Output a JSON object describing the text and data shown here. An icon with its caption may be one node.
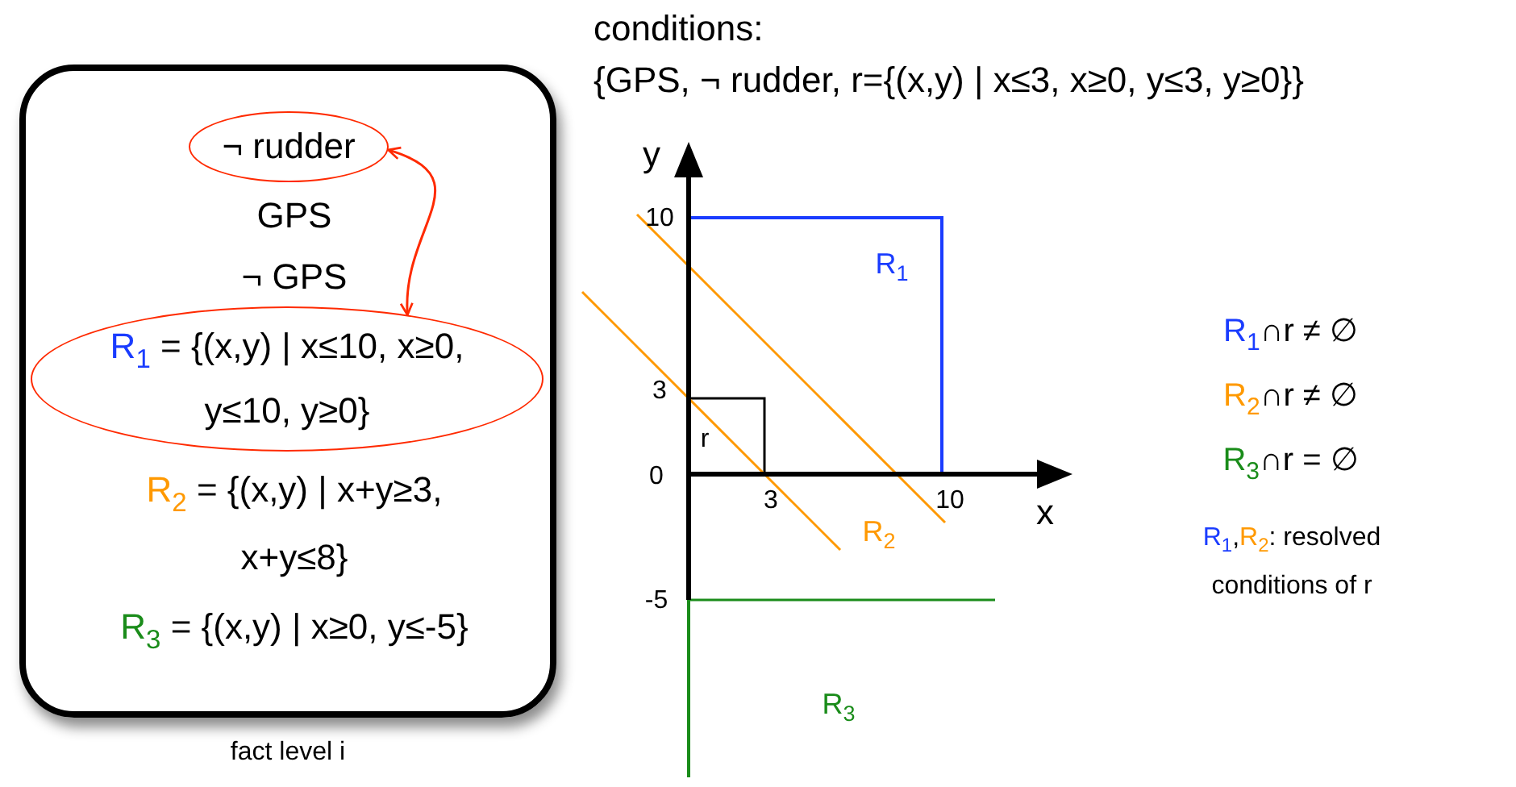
{
  "diagram": {
    "nodes": [
      {
        "text": [],
        "shape": "box",
        "beside": [
          "fact level i"
        ]
      },
      {
        "text": [
          "¬ rudder"
        ],
        "in": 0
      },
      {
        "text": [
          "GPS"
        ],
        "in": 0
      },
      {
        "text": [
          "¬ GPS"
        ],
        "in": 0
      },
      {
        "text": [
          "R$_{1}$ = {(x,y) | x≤10, x≥0, y≤10, y≥0}"
        ],
        "in": 0
      },
      {
        "text": [
          "R$_{2}$ = {(x,y) | x+y≥3, x+y≤8}"
        ],
        "in": 0
      },
      {
        "text": [
          "R$_{3}$ = {(x,y) | x≥0, y≤-5}"
        ],
        "in": 0
      }
    ],
    "edges": [
      {
        "from": 1,
        "to": 4,
        "arrow": "both",
        "color": "#ff2a00"
      }
    ],
    "labels": [
      "conditions:",
      "{GPS, ¬ rudder, r={(x,y) | x≤3, x≥0, y≤3, y≥0}}",
      "y",
      "10",
      "3",
      "r",
      "R$_{1}$",
      "0",
      "3",
      "10",
      "x",
      "R$_{2}$",
      "-5",
      "R$_{3}$",
      "R$_{1}$∩r ≠ ∅",
      "R$_{2}$∩r ≠ ∅",
      "R$_{3}$∩r = ∅",
      "R$_{1}$,R$_{2}$: resolved conditions of r"
    ]
  }
}
